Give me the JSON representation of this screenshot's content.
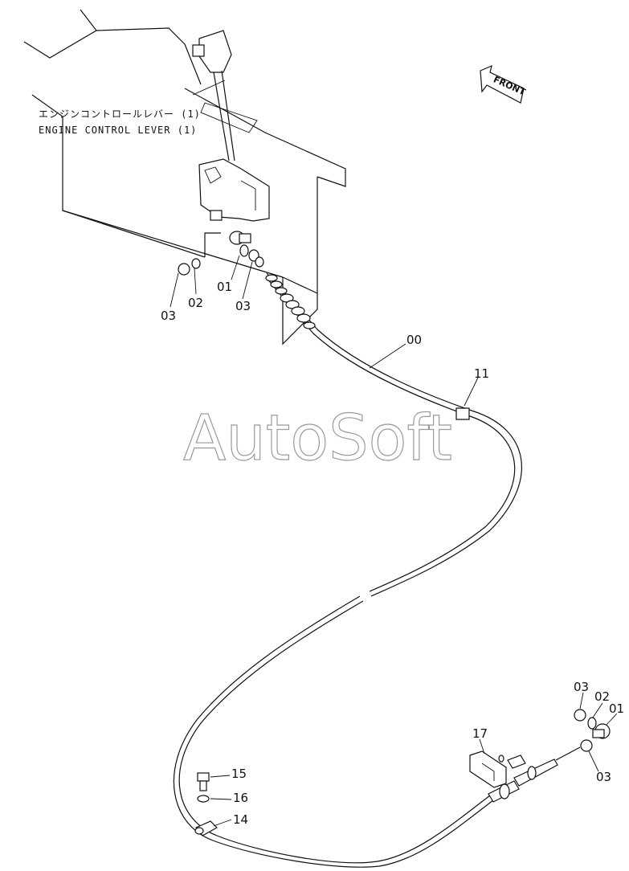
{
  "title": {
    "jp": "エンジンコントロールレバー (1)",
    "en": "ENGINE CONTROL LEVER (1)"
  },
  "watermark": "AutoSoft",
  "front_label": "FRONT",
  "callouts": {
    "c00": "00",
    "c01_top": "01",
    "c02_top": "02",
    "c03_top_left": "03",
    "c03_top_right": "03",
    "c11": "11",
    "c03_bottom_top": "03",
    "c02_bottom": "02",
    "c01_bottom": "01",
    "c03_bottom": "03",
    "c17": "17",
    "c15": "15",
    "c16": "16",
    "c14": "14"
  }
}
